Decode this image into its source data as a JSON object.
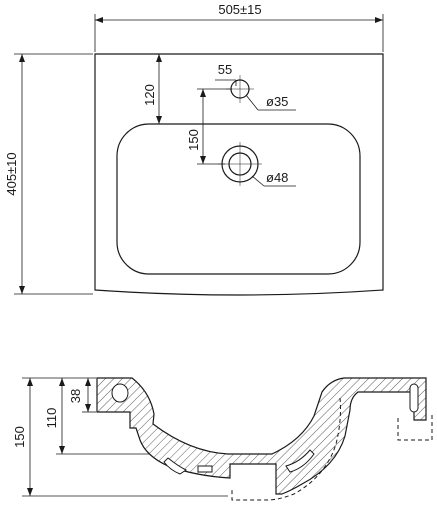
{
  "top_view": {
    "width_label": "505±15",
    "depth_label": "405±10",
    "tap_offset_label": "55",
    "tap_back_label": "120",
    "drain_offset_label": "150",
    "tap_hole_label": "ø35",
    "drain_hole_label": "ø48"
  },
  "section_view": {
    "total_height_label": "150",
    "rim_height_label": "110",
    "overflow_label": "38"
  }
}
